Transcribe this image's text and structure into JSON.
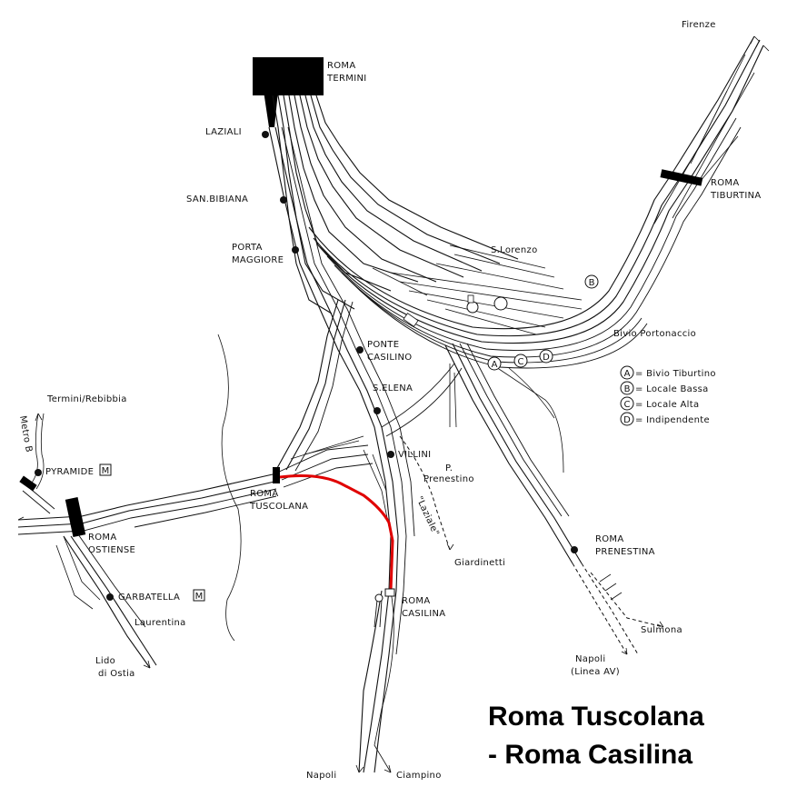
{
  "map": {
    "stations": {
      "roma_termini": [
        "ROMA",
        "TERMINI"
      ],
      "roma_tiburtina": [
        "ROMA",
        "TIBURTINA"
      ],
      "laziali": "LAZIALI",
      "san_bibiana": "SAN.BIBIANA",
      "porta_maggiore": [
        "PORTA",
        "MAGGIORE"
      ],
      "ponte_casilino": [
        "PONTE",
        "CASILINO"
      ],
      "s_elena": "S.ELENA",
      "villini": "VILLINI",
      "p_prenestino": [
        "P.",
        "Prenestino"
      ],
      "roma_tuscolana": [
        "ROMA",
        "TUSCOLANA"
      ],
      "roma_casilina": [
        "ROMA",
        "CASILINA"
      ],
      "roma_prenestina": [
        "ROMA",
        "PRENESTINA"
      ],
      "roma_ostiense": [
        "ROMA",
        "OSTIENSE"
      ],
      "pyramide": "PYRAMIDE",
      "garbatella": "GARBATELLA",
      "metro_badge": "M",
      "s_lorenzo": "S.Lorenzo",
      "bivio_portonaccio": "Bivio Portonaccio"
    },
    "destinations": {
      "firenze": "Firenze",
      "termini_rebibbia": "Termini/Rebibbia",
      "metro_b": "Metro B",
      "laziale": "\"Laziale\"",
      "giardinetti": "Giardinetti",
      "sulmona": "Sulmona",
      "napoli_av": [
        "Napoli",
        "(Linea AV)"
      ],
      "laurentina": "Laurentina",
      "lido_di_ostia": [
        "Lido",
        "di Ostia"
      ],
      "napoli": "Napoli",
      "ciampino": "Ciampino"
    },
    "junction_markers": [
      "A",
      "B",
      "C",
      "D"
    ],
    "legend": [
      {
        "letter": "A",
        "text": "= Bivio Tiburtino"
      },
      {
        "letter": "B",
        "text": "= Locale Bassa"
      },
      {
        "letter": "C",
        "text": "= Locale Alta"
      },
      {
        "letter": "D",
        "text": "= Indipendente"
      }
    ],
    "highlight_color": "#e00000",
    "title_lines": [
      "Roma Tuscolana",
      "- Roma Casilina"
    ]
  }
}
